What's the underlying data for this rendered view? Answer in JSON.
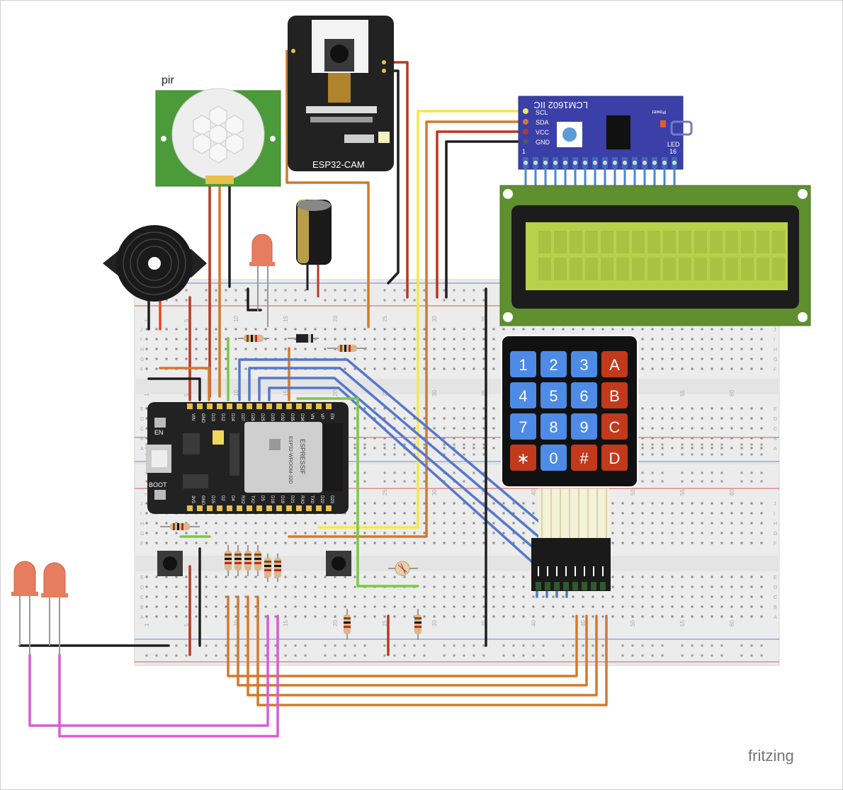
{
  "labels": {
    "pir": "pir",
    "esp32cam": "ESP32-CAM",
    "lcd_module": "LCM1602 IIC",
    "lcd_power": "Power",
    "lcd_led": "LED",
    "lcd_pin1": "1",
    "lcd_pin16": "16",
    "lcd_pins": [
      "SCL",
      "SDA",
      "VCC",
      "GND"
    ],
    "esp_brand": "ESPRESSIF",
    "esp_model": "ESP32-WROOM-32D",
    "en": "EN",
    "boot": "BOOT",
    "brand": "fritzing",
    "esp_top_pins": [
      "VIN",
      "GND",
      "D13",
      "D12",
      "D14",
      "D27",
      "D26",
      "D25",
      "D33",
      "D32",
      "D35",
      "D34",
      "VN",
      "VP",
      "EN"
    ],
    "esp_bottom_pins": [
      "3V3",
      "GND",
      "D15",
      "D2",
      "D4",
      "RX2",
      "TX2",
      "D5",
      "D18",
      "D19",
      "D21",
      "RX0",
      "TX0",
      "D22",
      "D23"
    ]
  },
  "keypad": {
    "keys": [
      [
        "1",
        "2",
        "3",
        "A"
      ],
      [
        "4",
        "5",
        "6",
        "B"
      ],
      [
        "7",
        "8",
        "9",
        "C"
      ],
      [
        "∗",
        "0",
        "#",
        "D"
      ]
    ]
  },
  "breadboard": {
    "row_letters_top": [
      "J",
      "I",
      "H",
      "G",
      "F"
    ],
    "row_letters_bottom": [
      "E",
      "D",
      "C",
      "B",
      "A"
    ],
    "col_numbers_a": [
      "1",
      "5",
      "10",
      "15",
      "20",
      "25",
      "30"
    ],
    "col_numbers_b": [
      "35",
      "40",
      "45",
      "50",
      "55",
      "60"
    ]
  },
  "colors": {
    "wire_orange": "#d27a2c",
    "wire_red": "#b8381e",
    "wire_black": "#1e1e1e",
    "wire_yellow": "#f4e94a",
    "wire_blue": "#5577cc",
    "wire_green": "#7ac943",
    "wire_magenta": "#d85bd8",
    "pcb_dark": "#222222",
    "lcd_green": "#5f8f2f",
    "i2c_blue": "#3b3fa8",
    "keypad_blue": "#4d8be6",
    "keypad_red": "#c2391b",
    "pir_green": "#4c9b3a",
    "led_orange": "#e67d5e"
  }
}
